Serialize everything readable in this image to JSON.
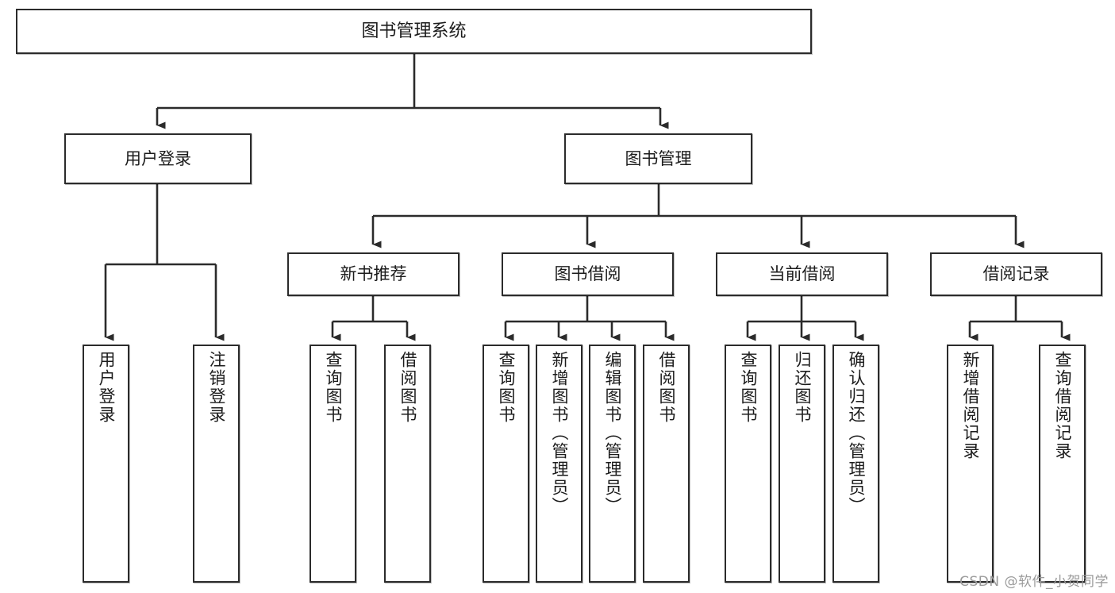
{
  "diagram": {
    "title": "图书管理系统",
    "type": "tree-hierarchy",
    "watermark": "CSDN @软件_小贺同学",
    "colors": {
      "box_border": "#2b2b2b",
      "box_fill": "#ffffff",
      "edge": "#2b2b2b",
      "text": "#1c1c1c",
      "watermark": "#9a9a9a",
      "background": "#ffffff"
    },
    "nodes": {
      "root": {
        "label": "图书管理系统"
      },
      "level2": [
        {
          "id": "user-login",
          "label": "用户登录"
        },
        {
          "id": "book-manage",
          "label": "图书管理"
        }
      ],
      "level3": [
        {
          "id": "new-book-recommend",
          "label": "新书推荐"
        },
        {
          "id": "book-borrow",
          "label": "图书借阅"
        },
        {
          "id": "current-borrow",
          "label": "当前借阅"
        },
        {
          "id": "borrow-record",
          "label": "借阅记录"
        }
      ],
      "leaves": {
        "user-login": [
          {
            "id": "leaf-user-login",
            "label": "用户登录"
          },
          {
            "id": "leaf-user-logout",
            "label": "注销登录"
          }
        ],
        "new-book-recommend": [
          {
            "id": "leaf-query-book-1",
            "label": "查询图书"
          },
          {
            "id": "leaf-borrow-book-1",
            "label": "借阅图书"
          }
        ],
        "book-borrow": [
          {
            "id": "leaf-query-book-2",
            "label": "查询图书"
          },
          {
            "id": "leaf-add-book",
            "label": "新增图书（管理员）"
          },
          {
            "id": "leaf-edit-book",
            "label": "编辑图书（管理员）"
          },
          {
            "id": "leaf-borrow-book-2",
            "label": "借阅图书"
          }
        ],
        "current-borrow": [
          {
            "id": "leaf-query-book-3",
            "label": "查询图书"
          },
          {
            "id": "leaf-return-book",
            "label": "归还图书"
          },
          {
            "id": "leaf-confirm-return",
            "label": "确认归还（管理员）"
          }
        ],
        "borrow-record": [
          {
            "id": "leaf-add-record",
            "label": "新增借阅记录"
          },
          {
            "id": "leaf-query-record",
            "label": "查询借阅记录"
          }
        ]
      }
    }
  }
}
